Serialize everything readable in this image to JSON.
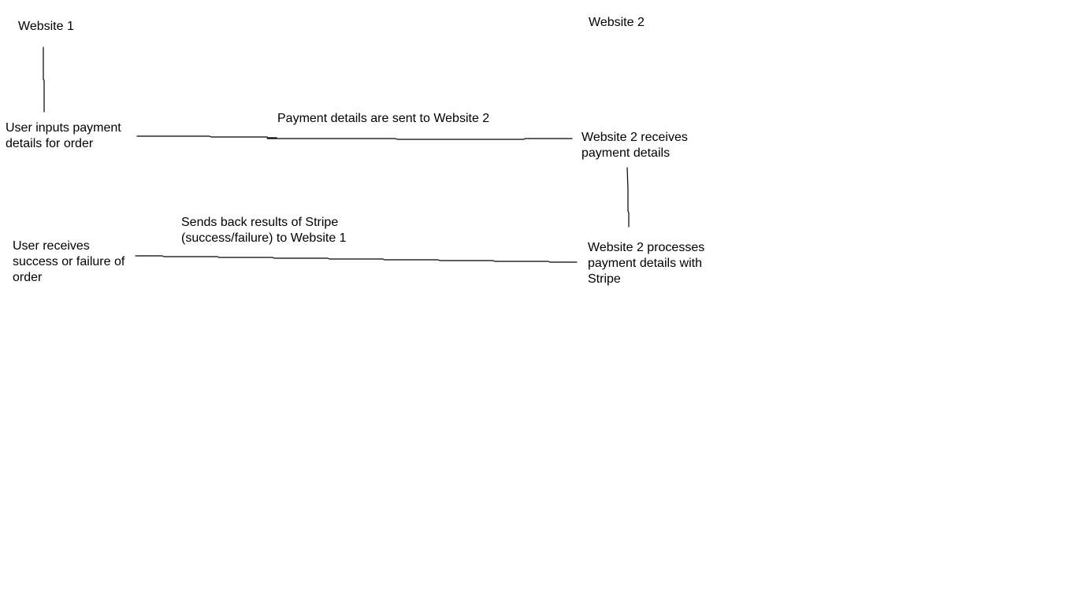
{
  "diagram": {
    "headings": {
      "website1": "Website 1",
      "website2": "Website 2"
    },
    "nodes": {
      "user_inputs": "User inputs payment\ndetails for order",
      "w2_receives": "Website 2 receives\npayment details",
      "w2_processes": "Website 2 processes\npayment details with\nStripe",
      "user_receives": "User receives\nsuccess or failure of\norder"
    },
    "edge_labels": {
      "sent_to_w2": "Payment details are sent to Website 2",
      "sends_back": "Sends back results of Stripe\n(success/failure) to Website 1"
    },
    "line_color": "#000000"
  }
}
